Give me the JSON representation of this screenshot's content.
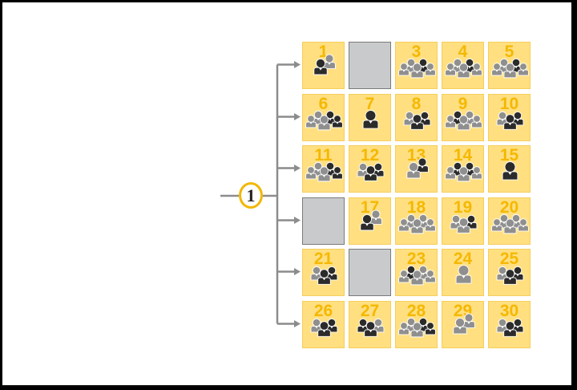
{
  "root": {
    "label": "1"
  },
  "colors": {
    "tile_fill": "#FFDF80",
    "tile_border": "#F5CE5C",
    "number": "#F5B800",
    "empty_tile": "#C8CACB",
    "root_ring": "#F2B705",
    "arrow": "#8C8C8C"
  },
  "rows": [
    {
      "tiles": [
        {
          "label": "1",
          "people": [
            "gray",
            "black"
          ]
        },
        {
          "empty": true
        },
        {
          "label": "3",
          "people": [
            "gray",
            "gray",
            "gray",
            "black",
            "gray"
          ]
        },
        {
          "label": "4",
          "people": [
            "gray",
            "gray",
            "gray",
            "black",
            "gray"
          ]
        },
        {
          "label": "5",
          "people": [
            "gray",
            "gray",
            "gray",
            "black",
            "gray"
          ]
        }
      ]
    },
    {
      "tiles": [
        {
          "label": "6",
          "people": [
            "gray",
            "black",
            "gray",
            "black",
            "gray"
          ]
        },
        {
          "label": "7",
          "people": [
            "black"
          ]
        },
        {
          "label": "8",
          "people": [
            "gray",
            "black",
            "black"
          ]
        },
        {
          "label": "9",
          "people": [
            "gray",
            "gray",
            "black",
            "gray",
            "gray"
          ]
        },
        {
          "label": "10",
          "people": [
            "gray",
            "black",
            "black"
          ]
        }
      ]
    },
    {
      "tiles": [
        {
          "label": "11",
          "people": [
            "gray",
            "black",
            "gray",
            "black",
            "gray"
          ]
        },
        {
          "label": "12",
          "people": [
            "gray",
            "black",
            "black"
          ]
        },
        {
          "label": "13",
          "people": [
            "black",
            "gray"
          ]
        },
        {
          "label": "14",
          "people": [
            "gray",
            "gray",
            "black",
            "black",
            "gray"
          ]
        },
        {
          "label": "15",
          "people": [
            "black"
          ]
        }
      ]
    },
    {
      "tiles": [
        {
          "empty": true
        },
        {
          "label": "17",
          "people": [
            "gray",
            "black"
          ]
        },
        {
          "label": "18",
          "people": [
            "gray",
            "gray",
            "gray",
            "gray",
            "gray"
          ]
        },
        {
          "label": "19",
          "people": [
            "gray",
            "black",
            "gray"
          ]
        },
        {
          "label": "20",
          "people": [
            "gray",
            "gray",
            "gray",
            "gray",
            "gray"
          ]
        }
      ]
    },
    {
      "tiles": [
        {
          "label": "21",
          "people": [
            "gray",
            "black",
            "black"
          ]
        },
        {
          "empty": true
        },
        {
          "label": "23",
          "people": [
            "gray",
            "gray",
            "black",
            "gray",
            "gray"
          ]
        },
        {
          "label": "24",
          "people": [
            "gray"
          ]
        },
        {
          "label": "25",
          "people": [
            "gray",
            "black",
            "black"
          ]
        }
      ]
    },
    {
      "tiles": [
        {
          "label": "26",
          "people": [
            "gray",
            "black",
            "black"
          ]
        },
        {
          "label": "27",
          "people": [
            "black",
            "gray",
            "black"
          ]
        },
        {
          "label": "28",
          "people": [
            "gray",
            "black",
            "gray",
            "black",
            "gray"
          ]
        },
        {
          "label": "29",
          "people": [
            "gray",
            "gray"
          ]
        },
        {
          "label": "30",
          "people": [
            "gray",
            "black",
            "black"
          ]
        }
      ]
    }
  ]
}
